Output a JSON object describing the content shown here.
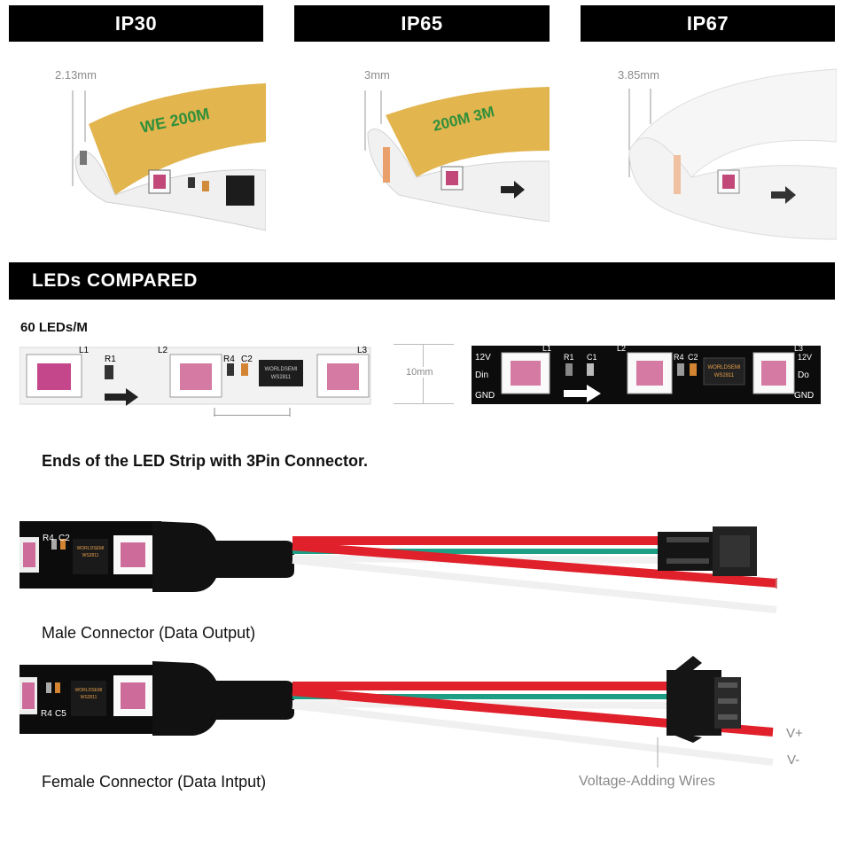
{
  "ratings": [
    {
      "label": "IP30",
      "thickness": "2.13mm"
    },
    {
      "label": "IP65",
      "thickness": "3mm"
    },
    {
      "label": "IP67",
      "thickness": "3.85mm"
    }
  ],
  "leds_compared": {
    "title": "LEDs COMPARED",
    "density": "60 LEDs/M",
    "width": "10mm",
    "white_strip": {
      "labels": [
        "L1",
        "R1",
        "L2",
        "R4",
        "C2",
        "L3"
      ],
      "chip_text": [
        "WORLDSEMI",
        "WS2811"
      ]
    },
    "black_strip": {
      "labels": [
        "12V",
        "Din",
        "GND",
        "L1",
        "R1",
        "C1",
        "L2",
        "R4",
        "C2",
        "L3",
        "12V",
        "Do",
        "GND"
      ],
      "chip_text": [
        "WORLDSEMI",
        "WS2811"
      ]
    }
  },
  "ends": {
    "title": "Ends of the LED Strip with 3Pin Connector.",
    "male_caption": "Male Connector (Data Output)",
    "female_caption": "Female Connector (Data Intput)",
    "v_plus": "V+",
    "v_minus": "V-",
    "voltage_label": "Voltage-Adding Wires",
    "strip_labels_top": [
      "R4",
      "C2"
    ],
    "strip_labels_bottom": [
      "R4",
      "C5"
    ]
  },
  "colors": {
    "wire_red": "#e0202a",
    "wire_green": "#1f9e86",
    "wire_white": "#f4f4f4",
    "header_bg": "#000000",
    "tape_yellow": "#e2b54f"
  }
}
